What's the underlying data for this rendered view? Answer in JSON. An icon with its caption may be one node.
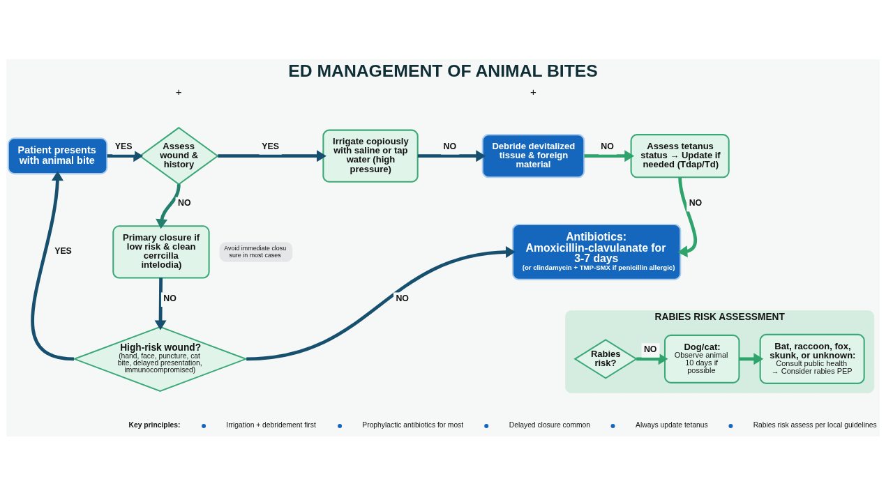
{
  "diagram": {
    "title": "ED MANAGEMENT OF ANIMAL BITES",
    "nodes": [
      {
        "text": [
          "Patient presents with animal bite"
        ]
      },
      {
        "text": [
          "Assess wound & history"
        ]
      },
      {
        "text": [
          "Irrigate copiously with saline or tap water (high pressure)"
        ]
      },
      {
        "text": [
          "Debride devitalized tissue & foreign material"
        ]
      },
      {
        "text": [
          "Assess tetanus status → Update if needed (Tdap/Td)"
        ]
      },
      {
        "text": [
          "Primary closure if low risk & clean cerrcilla intelodia)"
        ],
        "beside": [
          "Avoid immediate closu sure in most cases"
        ]
      },
      {
        "text": [
          "Antibiotics: Amoxicillin-clavulanate for 3-7 days",
          "(or clindamycin + TMP-SMX if penicillin allergic)"
        ]
      },
      {
        "text": [
          "High-risk wound?",
          "(hand, face, puncture, cat bite, delayed presentation, immunocompromised)"
        ]
      },
      {
        "text": [
          "RABIES RISK ASSESSMENT"
        ]
      },
      {
        "text": [
          "Rabies risk?"
        ],
        "in": 8
      },
      {
        "text": [
          "Dog/cat:",
          "Observe animal 10 days if possible"
        ],
        "in": 8
      },
      {
        "text": [
          "Bat, raccoon, fox, skunk, or unknown:",
          "Consult public health → Consider rabies PEP"
        ],
        "in": 8
      }
    ],
    "edges": [
      {
        "from": 0,
        "to": 1,
        "arrow": "to",
        "label": "YES"
      },
      {
        "from": 1,
        "to": 2,
        "arrow": "to",
        "label": "YES"
      },
      {
        "from": 2,
        "to": 3,
        "arrow": "to",
        "label": "NO"
      },
      {
        "from": 3,
        "to": 4,
        "arrow": "to",
        "label": "NO",
        "color": "#2ea36b"
      },
      {
        "from": 1,
        "to": 5,
        "arrow": "to",
        "label": "NO",
        "color": "#23806c"
      },
      {
        "from": 4,
        "to": 6,
        "arrow": "to",
        "label": "NO",
        "color": "#2ea36b"
      },
      {
        "from": 5,
        "to": 7,
        "arrow": "to",
        "label": "NO"
      },
      {
        "from": 7,
        "to": 0,
        "arrow": "to",
        "label": "YES"
      },
      {
        "from": 7,
        "to": 6,
        "arrow": "to",
        "label": "NO"
      },
      {
        "from": 9,
        "to": 10,
        "arrow": "to",
        "label": "NO",
        "color": "#2ea36b"
      },
      {
        "from": 10,
        "to": 11,
        "arrow": "to",
        "color": "#2ea36b"
      }
    ],
    "labels": [
      "+",
      "+",
      "Key principles:",
      "Irrigation + debridement first",
      "Prophylactic antibiotics for most",
      "Delayed closure common",
      "Always update tetanus",
      "Rabies risk assess per local guidelines"
    ]
  }
}
